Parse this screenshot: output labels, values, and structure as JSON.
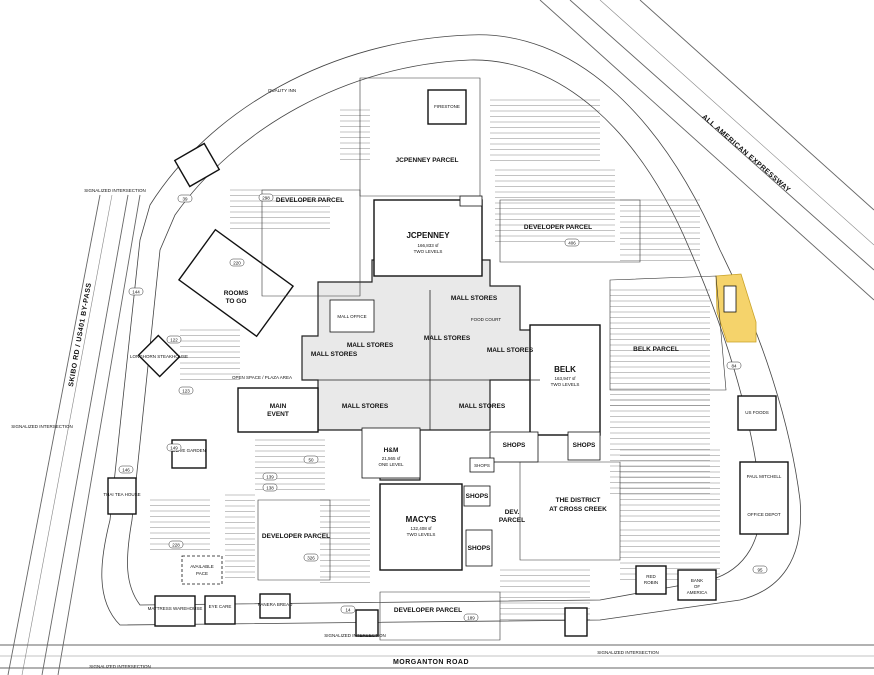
{
  "colors": {
    "highlight": "#f5d36b",
    "mall": "#e9e9e9",
    "line": "#222222"
  },
  "roads": {
    "east": "ALL AMERICAN EXPRESSWAY",
    "west": "SKIBO RD / US401 BY-PASS",
    "south": "MORGANTON ROAD"
  },
  "anchors": {
    "jcpenney": {
      "name": "JCPENNEY",
      "size": "166,833 sf",
      "levels": "TWO LEVELS"
    },
    "belk": {
      "name": "BELK",
      "size": "163,947 sf",
      "levels": "TWO LEVELS"
    },
    "macys": {
      "name": "MACY'S",
      "size": "132,408 sf",
      "levels": "TWO LEVELS"
    },
    "hm": {
      "name": "H&M",
      "size": "21,565 sf",
      "levels": "ONE LEVEL"
    },
    "main_event": {
      "line1": "MAIN",
      "line2": "EVENT"
    },
    "rooms_to_go": {
      "line1": "ROOMS",
      "line2": "TO GO"
    }
  },
  "mall": {
    "stores_labels": [
      "MALL STORES",
      "MALL STORES",
      "MALL STORES",
      "MALL STORES",
      "MALL STORES",
      "MALL STORES",
      "MALL STORES"
    ],
    "mall_office": "MALL OFFICE",
    "shops": "SHOPS",
    "food_court": "FOOD COURT"
  },
  "parcels": {
    "jcpenney_parcel": "JCPENNEY PARCEL",
    "developer_parcel": "DEVELOPER PARCEL",
    "belk_parcel": "BELK PARCEL",
    "district": {
      "line1": "THE DISTRICT",
      "line2": "AT CROSS CREEK"
    },
    "dev_parcel": {
      "line1": "DEV.",
      "line2": "PARCEL"
    },
    "open_space": "OPEN SPACE / PLAZA AREA",
    "available_pace": {
      "line1": "AVAILABLE",
      "line2": "PACE"
    }
  },
  "outparcels": {
    "office_depot": "OFFICE DEPOT",
    "us_foods": "US FOODS",
    "bank_of_america": {
      "line1": "BANK",
      "line2": "OF",
      "line3": "AMERICA"
    },
    "red_robin": {
      "line1": "RED",
      "line2": "ROBIN"
    },
    "mattress_warehouse": "MATTRESS WAREHOUSE",
    "eye_care": "EYE CARE",
    "panera": "PANERA BREAD",
    "olive_garden": "OLIVE GARDEN",
    "longhorn": "LONGHORN STEAKHOUSE",
    "thai": "THAI TEA HOUSE",
    "quality_inn": "QUALITY INN",
    "firestone": "FIRESTONE",
    "paul_mitchell": "PAUL MITCHELL"
  },
  "signals": {
    "label": "SIGNALIZED INTERSECTION"
  },
  "parcel_ids": [
    "39",
    "298",
    "220",
    "144",
    "122",
    "123",
    "149",
    "146",
    "139",
    "138",
    "228",
    "326",
    "14",
    "189",
    "406",
    "84",
    "95",
    "50"
  ]
}
